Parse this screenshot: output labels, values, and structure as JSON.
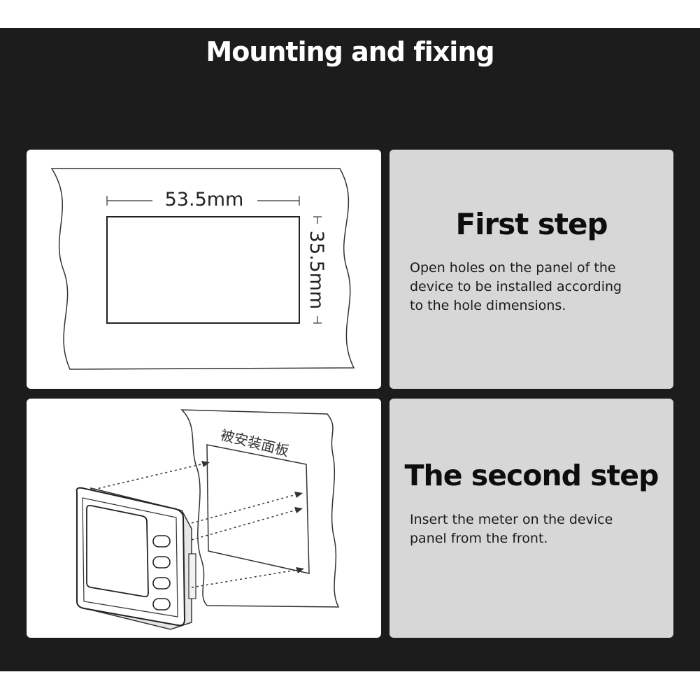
{
  "page": {
    "title": "Mounting and fixing"
  },
  "step1": {
    "title": "First step",
    "description_lines": [
      "Open holes on the panel of the",
      "device to be installed according",
      "to the hole dimensions."
    ],
    "diagram": {
      "width_label": "53.5mm",
      "height_label": "35.5mm"
    }
  },
  "step2": {
    "title": "The second step",
    "description_lines": [
      "Insert the meter on the device",
      "panel from the front."
    ],
    "diagram": {
      "panel_label": "被安装面板"
    }
  },
  "colors": {
    "background": "#1c1c1c",
    "title_text": "#ffffff",
    "diagram_card": "#ffffff",
    "text_card": "#d7d7d7"
  }
}
